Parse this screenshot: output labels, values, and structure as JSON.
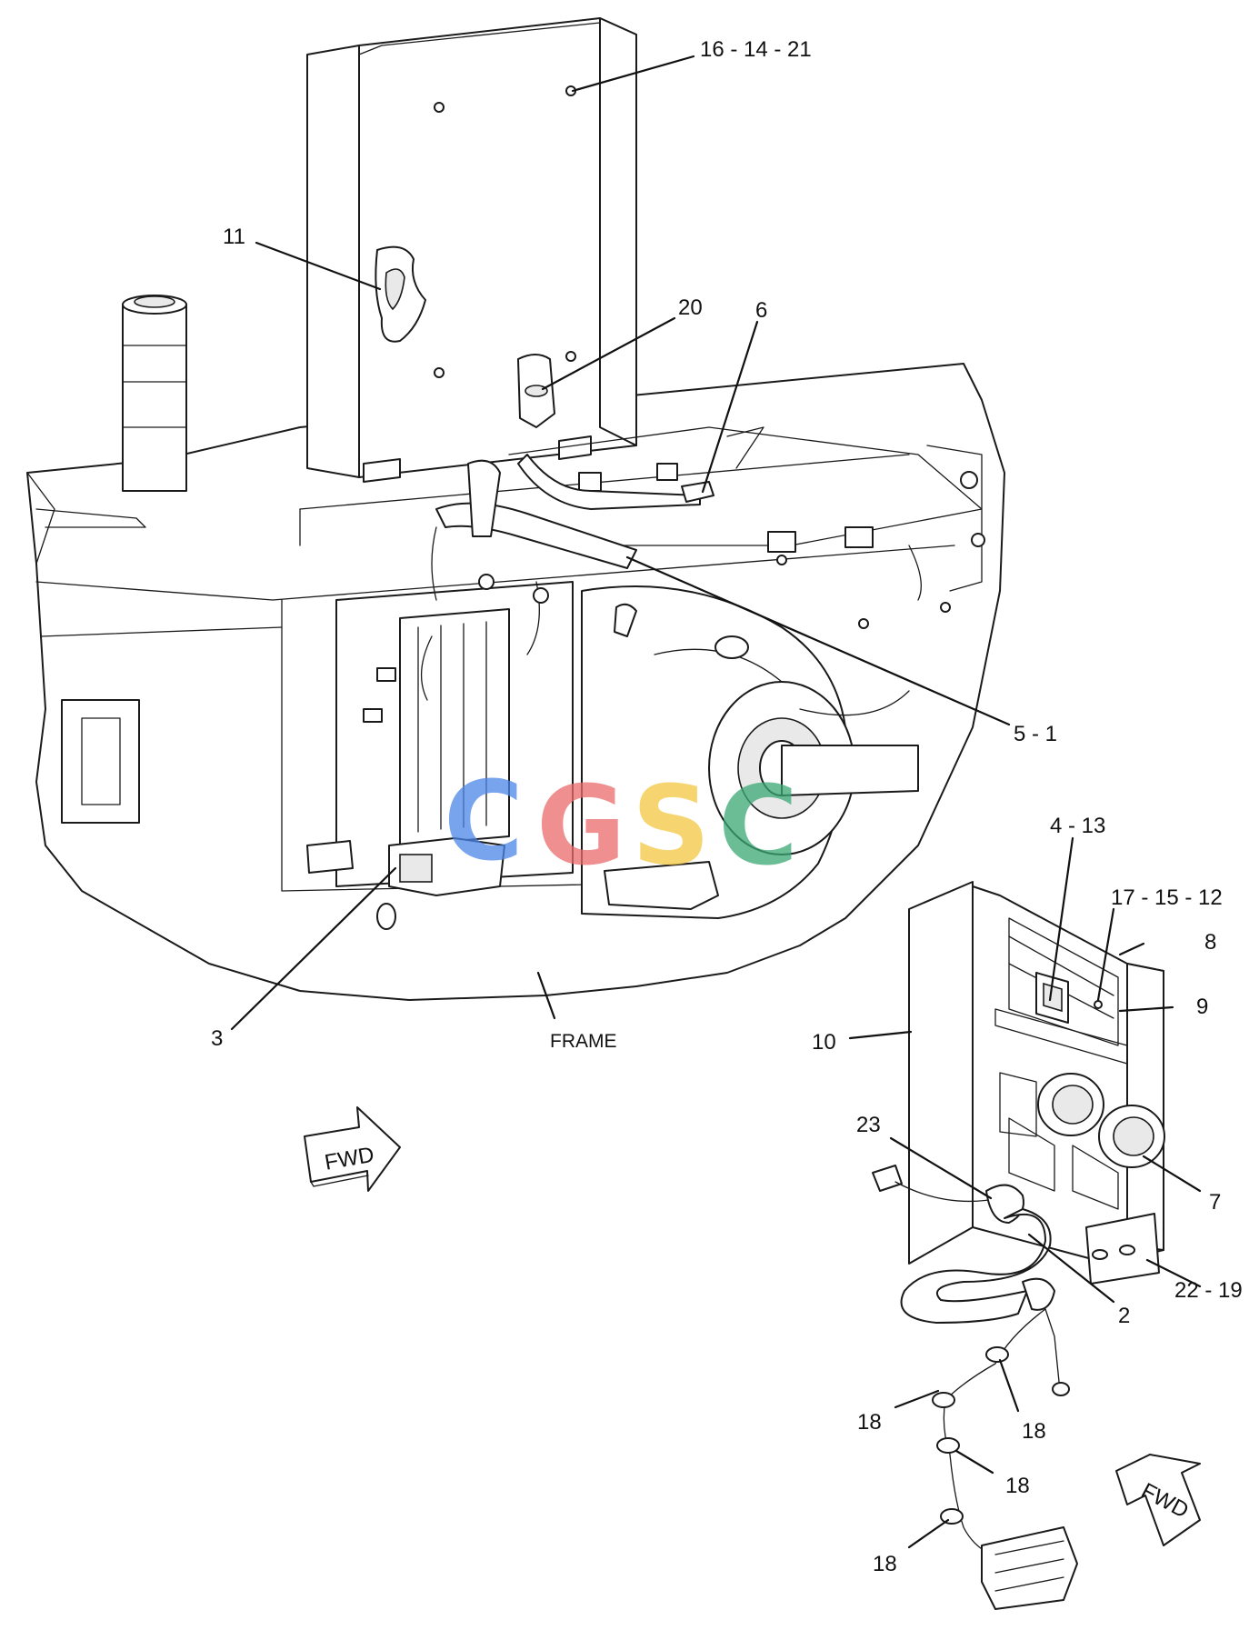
{
  "callouts": {
    "c16_14_21": "16 - 14 - 21",
    "c11": "11",
    "c20": "20",
    "c6": "6",
    "c5_1": "5 - 1",
    "c3": "3",
    "c4_13": "4 - 13",
    "c17_15_12": "17 - 15 - 12",
    "c8": "8",
    "c9": "9",
    "c10": "10",
    "c23": "23",
    "c7": "7",
    "c22_19": "22 - 19",
    "c2": "2",
    "c18_a": "18",
    "c18_b": "18",
    "c18_c": "18",
    "c18_d": "18"
  },
  "frame_label": "FRAME",
  "fwd_label_left": "FWD",
  "fwd_label_right": "FWD",
  "watermark": {
    "letters": [
      "C",
      "G",
      "S",
      "C"
    ],
    "colors": [
      "#4a86e8",
      "#ea6a6a",
      "#f4c842",
      "#3aa874"
    ]
  }
}
